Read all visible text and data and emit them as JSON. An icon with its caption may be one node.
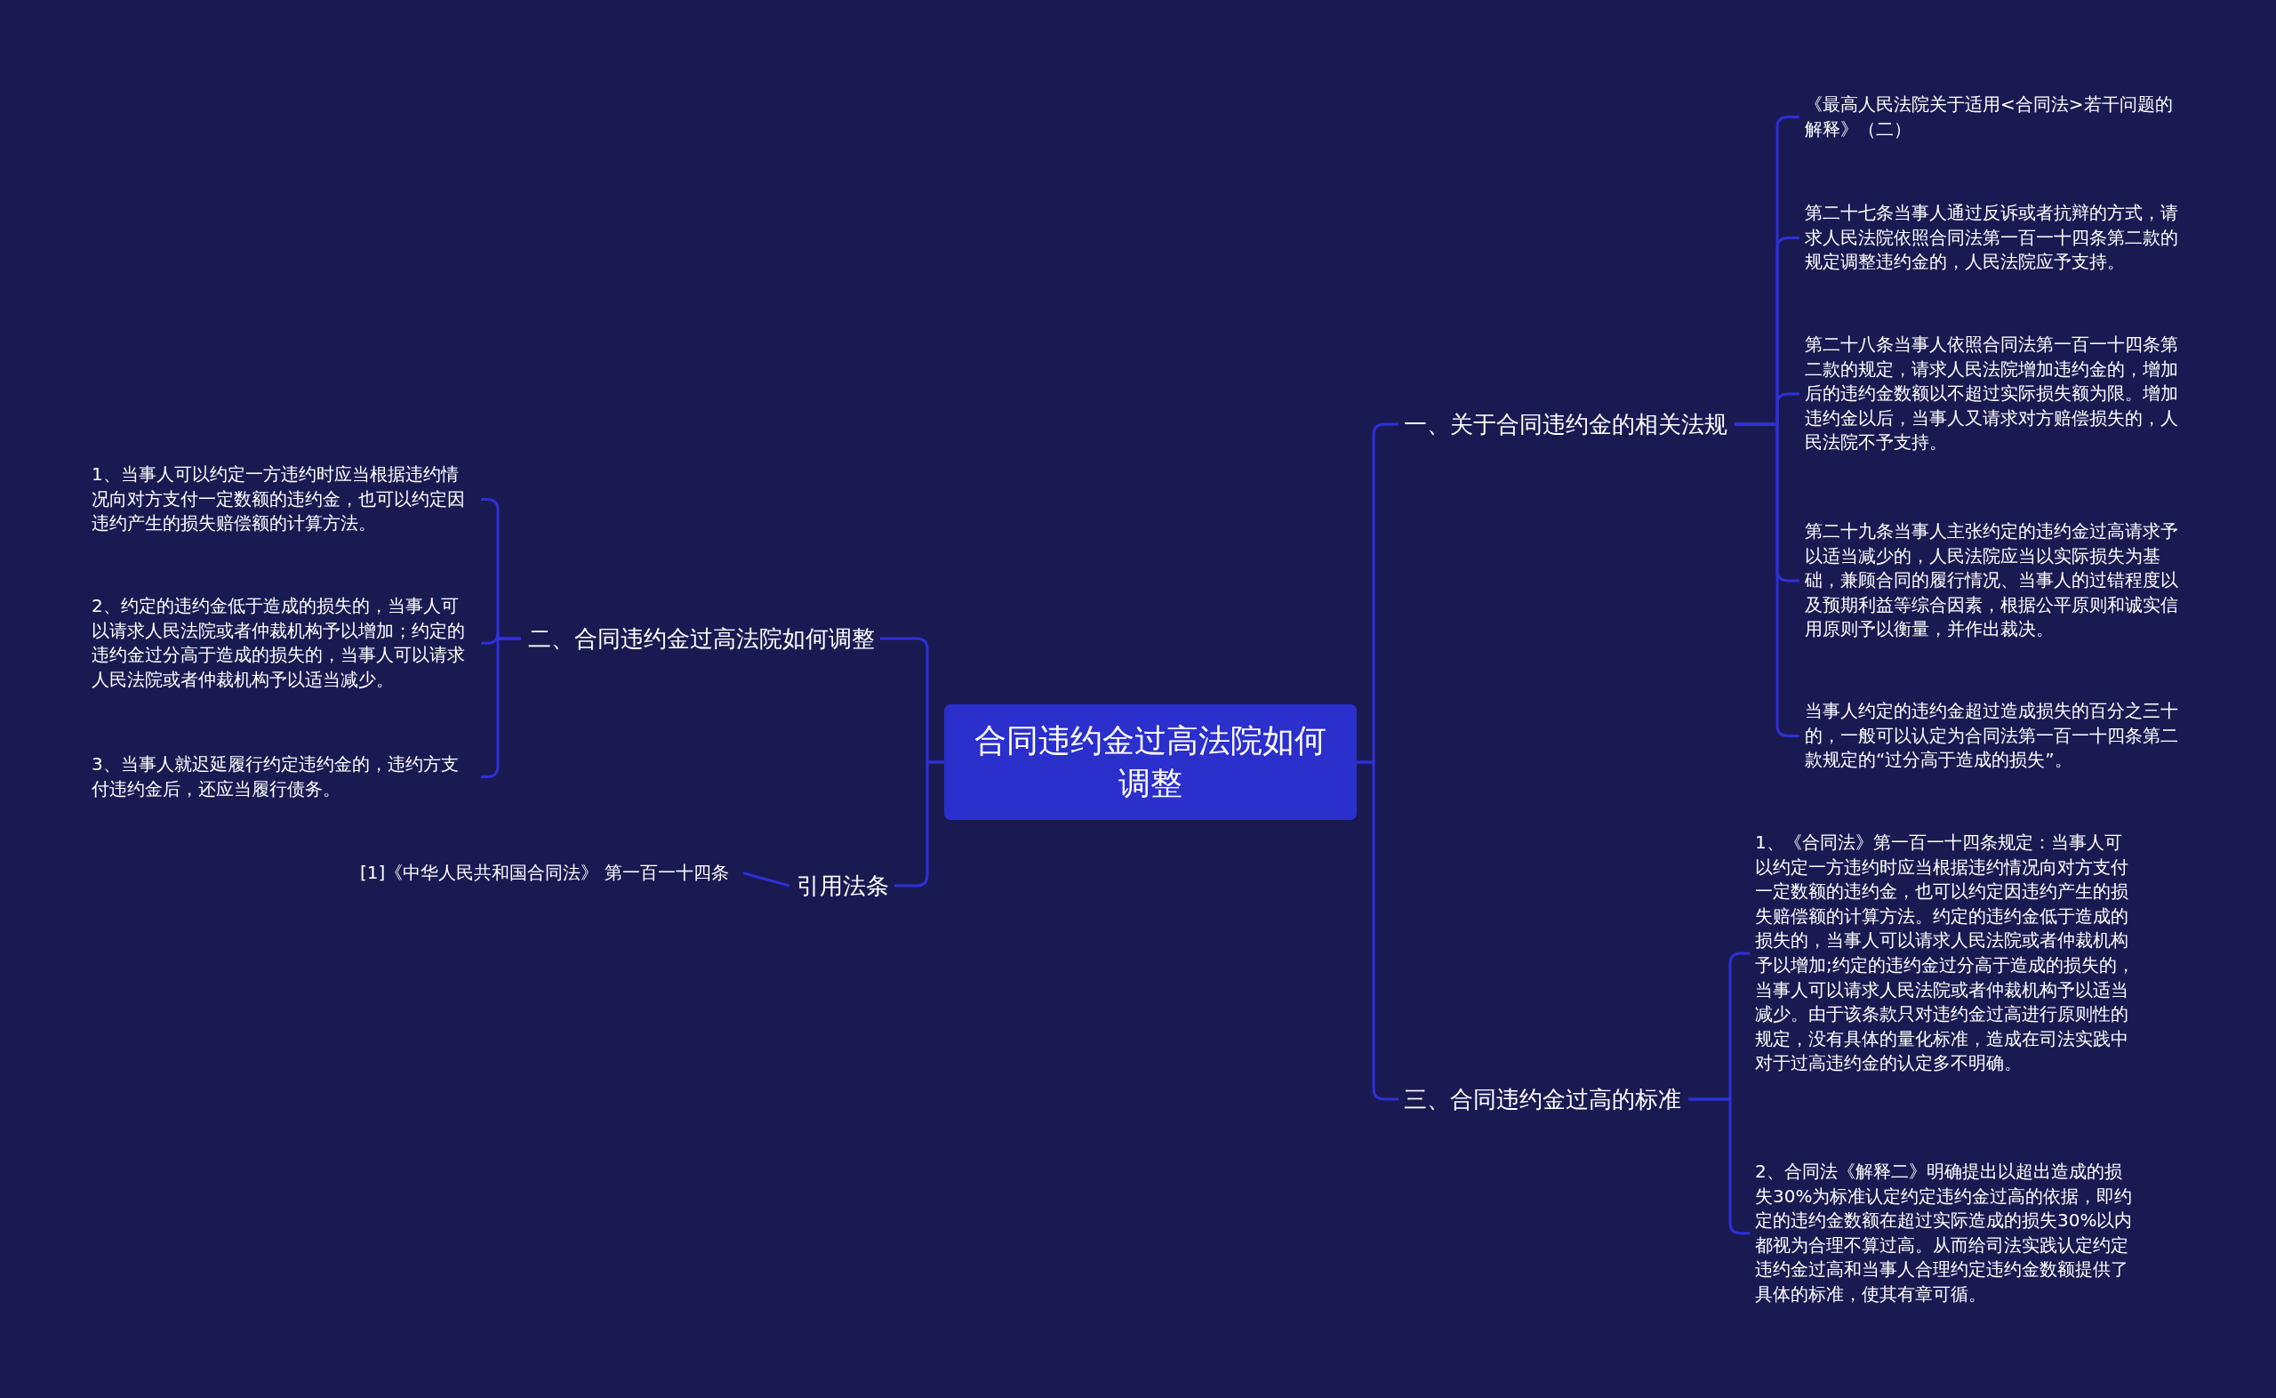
{
  "diagram": {
    "nodes": [
      {
        "text": [
          "合同违约金过高法院如何调整"
        ]
      },
      {
        "text": [
          "一、关于合同违约金的相关法规"
        ]
      },
      {
        "text": [
          "《最高人民法院关于适用<合同法>若干问题的解释》（二）"
        ]
      },
      {
        "text": [
          "第二十七条当事人通过反诉或者抗辩的方式，请求人民法院依照合同法第一百一十四条第二款的规定调整违约金的，人民法院应予支持。"
        ]
      },
      {
        "text": [
          "第二十八条当事人依照合同法第一百一十四条第二款的规定，请求人民法院增加违约金的，增加后的违约金数额以不超过实际损失额为限。增加违约金以后，当事人又请求对方赔偿损失的，人民法院不予支持。"
        ]
      },
      {
        "text": [
          "第二十九条当事人主张约定的违约金过高请求予以适当减少的，人民法院应当以实际损失为基础，兼顾合同的履行情况、当事人的过错程度以及预期利益等综合因素，根据公平原则和诚实信用原则予以衡量，并作出裁决。"
        ]
      },
      {
        "text": [
          "当事人约定的违约金超过造成损失的百分之三十的，一般可以认定为合同法第一百一十四条第二款规定的“过分高于造成的损失”。"
        ]
      },
      {
        "text": [
          "三、合同违约金过高的标准"
        ]
      },
      {
        "text": [
          "1、《合同法》第一百一十四条规定：当事人可以约定一方违约时应当根据违约情况向对方支付一定数额的违约金，也可以约定因违约产生的损失赔偿额的计算方法。约定的违约金低于造成的损失的，当事人可以请求人民法院或者仲裁机构予以增加;约定的违约金过分高于造成的损失的，当事人可以请求人民法院或者仲裁机构予以适当减少。由于该条款只对违约金过高进行原则性的规定，没有具体的量化标准，造成在司法实践中对于过高违约金的认定多不明确。"
        ]
      },
      {
        "text": [
          "2、合同法《解释二》明确提出以超出造成的损失30%为标准认定约定违约金过高的依据，即约定的违约金数额在超过实际造成的损失30%以内都视为合理不算过高。从而给司法实践认定约定违约金过高和当事人合理约定违约金数额提供了具体的标准，使其有章可循。"
        ]
      },
      {
        "text": [
          "二、合同违约金过高法院如何调整"
        ]
      },
      {
        "text": [
          "1、当事人可以约定一方违约时应当根据违约情况向对方支付一定数额的违约金，也可以约定因违约产生的损失赔偿额的计算方法。"
        ]
      },
      {
        "text": [
          "2、约定的违约金低于造成的损失的，当事人可以请求人民法院或者仲裁机构予以增加；约定的违约金过分高于造成的损失的，当事人可以请求人民法院或者仲裁机构予以适当减少。"
        ]
      },
      {
        "text": [
          "3、当事人就迟延履行约定违约金的，违约方支付违约金后，还应当履行债务。"
        ]
      },
      {
        "text": [
          "引用法条"
        ]
      },
      {
        "text": [
          "[1]《中华人民共和国合同法》 第一百一十四条"
        ]
      }
    ],
    "edges": [
      {
        "from": 0,
        "to": 1,
        "arrow": "none"
      },
      {
        "from": 1,
        "to": 2,
        "arrow": "none"
      },
      {
        "from": 1,
        "to": 3,
        "arrow": "none"
      },
      {
        "from": 1,
        "to": 4,
        "arrow": "none"
      },
      {
        "from": 1,
        "to": 5,
        "arrow": "none"
      },
      {
        "from": 1,
        "to": 6,
        "arrow": "none"
      },
      {
        "from": 0,
        "to": 7,
        "arrow": "none"
      },
      {
        "from": 7,
        "to": 8,
        "arrow": "none"
      },
      {
        "from": 7,
        "to": 9,
        "arrow": "none"
      },
      {
        "from": 0,
        "to": 10,
        "arrow": "none"
      },
      {
        "from": 10,
        "to": 11,
        "arrow": "none"
      },
      {
        "from": 10,
        "to": 12,
        "arrow": "none"
      },
      {
        "from": 10,
        "to": 13,
        "arrow": "none"
      },
      {
        "from": 0,
        "to": 14,
        "arrow": "none"
      },
      {
        "from": 14,
        "to": 15,
        "arrow": "none"
      }
    ]
  }
}
